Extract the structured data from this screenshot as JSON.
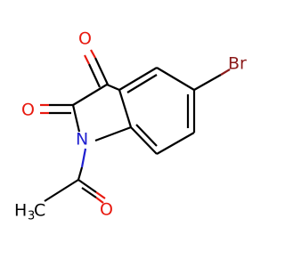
{
  "molecule": {
    "atoms": {
      "bromine": "Br",
      "oxygen_ketone": "O",
      "oxygen_lactam": "O",
      "nitrogen": "N",
      "oxygen_acetyl": "O",
      "methyl_carbon": "H",
      "methyl_subscript": "3",
      "methyl_suffix": "C"
    }
  },
  "colors": {
    "carbon_bond": "#000000",
    "oxygen": "#e8190f",
    "nitrogen": "#1f1fd0",
    "bromine": "#8b1a1a"
  }
}
